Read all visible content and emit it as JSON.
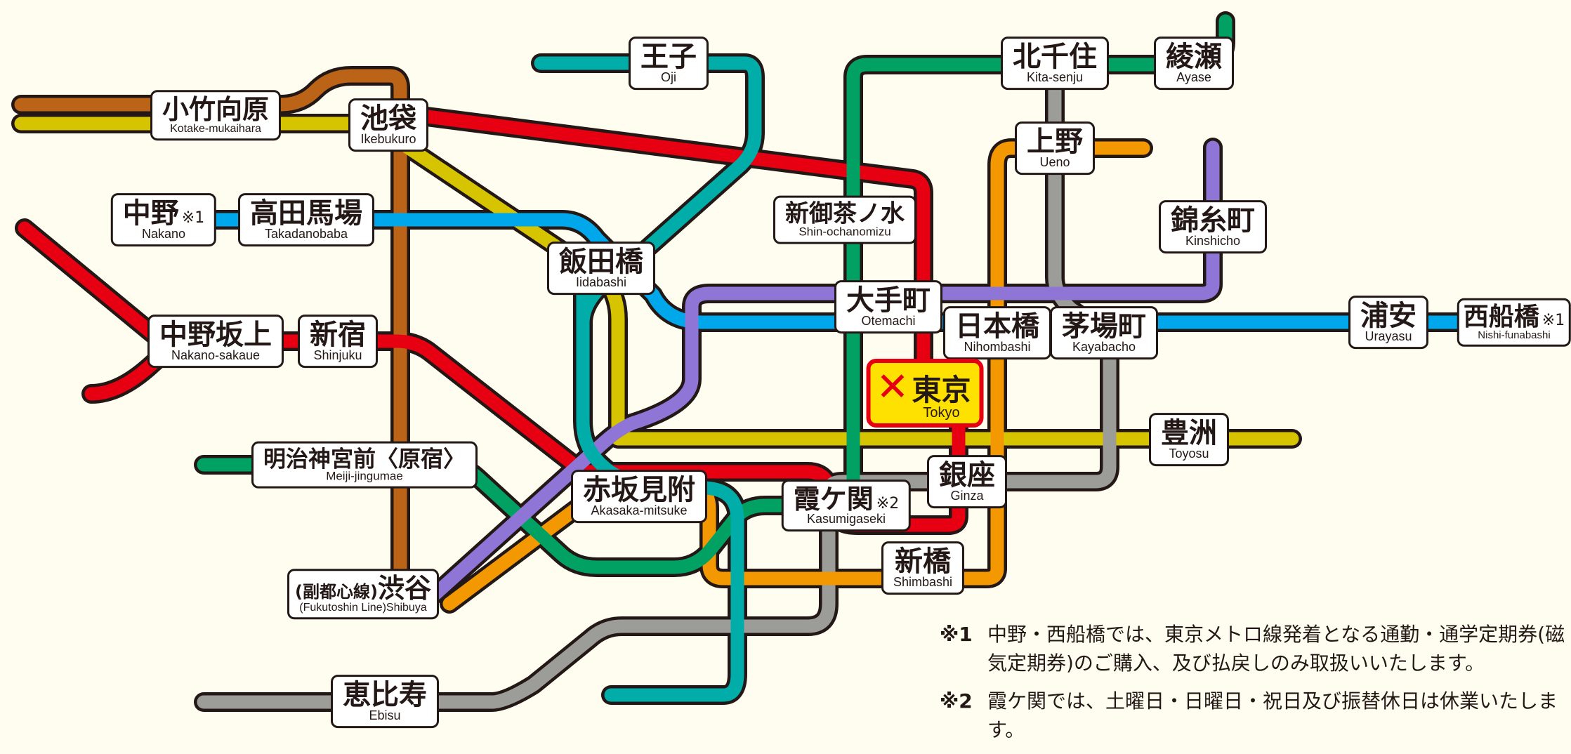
{
  "colors": {
    "marunouchi": "#e60012",
    "hibiya": "#9c9c98",
    "ginza": "#f39800",
    "tozai": "#00a7ea",
    "chiyoda": "#00a162",
    "yurakucho": "#d7c400",
    "hanzomon": "#8f76d6",
    "namboku": "#00ada9",
    "fukutoshin": "#bb6418",
    "border": "#231815",
    "tokyo_bg": "#ffe100",
    "tokyo_mark": "#e60012"
  },
  "stations": {
    "oji": {
      "jp": "王子",
      "en": "Oji"
    },
    "kitasenju": {
      "jp": "北千住",
      "en": "Kita-senju"
    },
    "ayase": {
      "jp": "綾瀬",
      "en": "Ayase"
    },
    "kotake": {
      "jp": "小竹向原",
      "en": "Kotake-mukaihara"
    },
    "ikebukuro": {
      "jp": "池袋",
      "en": "Ikebukuro"
    },
    "ueno": {
      "jp": "上野",
      "en": "Ueno"
    },
    "nakano": {
      "jp": "中野",
      "mark": "※1",
      "en": "Nakano"
    },
    "takadanobaba": {
      "jp": "高田馬場",
      "en": "Takadanobaba"
    },
    "shinochanomizu": {
      "jp": "新御茶ノ水",
      "en": "Shin-ochanomizu"
    },
    "kinshicho": {
      "jp": "錦糸町",
      "en": "Kinshicho"
    },
    "iidabashi": {
      "jp": "飯田橋",
      "en": "Iidabashi"
    },
    "otemachi": {
      "jp": "大手町",
      "en": "Otemachi"
    },
    "nihombashi": {
      "jp": "日本橋",
      "en": "Nihombashi"
    },
    "kayabacho": {
      "jp": "茅場町",
      "en": "Kayabacho"
    },
    "urayasu": {
      "jp": "浦安",
      "en": "Urayasu"
    },
    "nishifunabashi": {
      "jp": "西船橋",
      "mark": "※1",
      "en": "Nishi-funabashi"
    },
    "nakanosakaue": {
      "jp": "中野坂上",
      "en": "Nakano-sakaue"
    },
    "shinjuku": {
      "jp": "新宿",
      "en": "Shinjuku"
    },
    "tokyo": {
      "mark": "✕",
      "jp": "東京",
      "en": "Tokyo"
    },
    "toyosu": {
      "jp": "豊洲",
      "en": "Toyosu"
    },
    "meiji": {
      "jp": "明治神宮前〈原宿〉",
      "en": "Meiji-jingumae"
    },
    "ginza": {
      "jp": "銀座",
      "en": "Ginza"
    },
    "akasaka": {
      "jp": "赤坂見附",
      "en": "Akasaka-mitsuke"
    },
    "kasumigaseki": {
      "jp": "霞ケ関",
      "mark": "※2",
      "en": "Kasumigaseki"
    },
    "shimbashi": {
      "jp": "新橋",
      "en": "Shimbashi"
    },
    "shibuya": {
      "jp_small": "(副都心線)",
      "jp": "渋谷",
      "en": "(Fukutoshin Line)Shibuya"
    },
    "ebisu": {
      "jp": "恵比寿",
      "en": "Ebisu"
    }
  },
  "notes": [
    {
      "mark": "※1",
      "text": "中野・西船橋では、東京メトロ線発着となる通勤・通学定期券(磁気定期券)のご購入、及び払戻しのみ取扱いいたします。"
    },
    {
      "mark": "※2",
      "text": "霞ケ関では、土曜日・日曜日・祝日及び振替休日は休業いたします。"
    }
  ]
}
